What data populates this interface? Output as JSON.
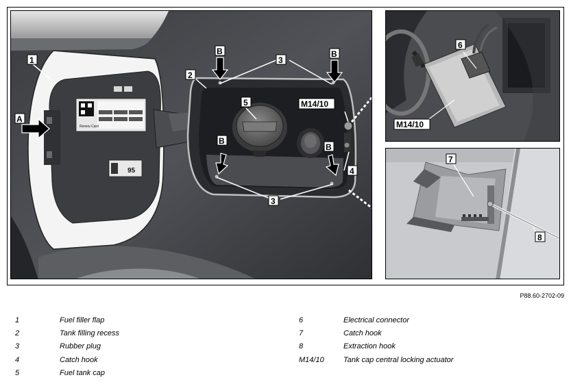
{
  "callouts": {
    "c1": "1",
    "c2": "2",
    "c3": "3",
    "c4": "4",
    "c5": "5",
    "c6": "6",
    "c7": "7",
    "c8": "8",
    "a": "A",
    "b": "B",
    "m1410": "M14/10"
  },
  "sticker": {
    "brand": "Renew Card",
    "fuel_grade": "95"
  },
  "reference_code": "P88.60-2702-09",
  "legend_left": [
    {
      "num": "1",
      "text": "Fuel filler flap"
    },
    {
      "num": "2",
      "text": "Tank filling recess"
    },
    {
      "num": "3",
      "text": "Rubber plug"
    },
    {
      "num": "4",
      "text": "Catch hook"
    },
    {
      "num": "5",
      "text": "Fuel tank cap"
    }
  ],
  "legend_right": [
    {
      "num": "6",
      "text": "Electrical connector"
    },
    {
      "num": "7",
      "text": "Catch hook"
    },
    {
      "num": "8",
      "text": "Extraction hook"
    },
    {
      "num": "M14/10",
      "text": "Tank cap central locking actuator"
    }
  ]
}
